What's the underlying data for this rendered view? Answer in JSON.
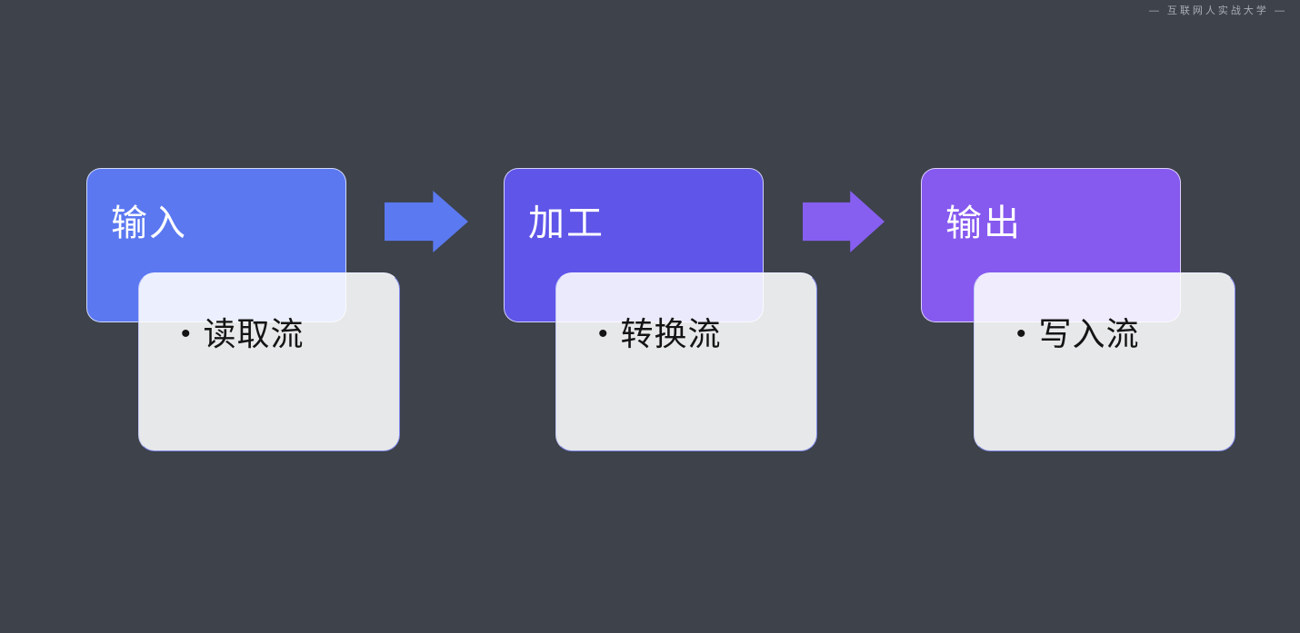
{
  "watermark": "— 互联网人实战大学 —",
  "bullet_char": "•",
  "colors": {
    "background": "#3d424b",
    "step1_header": "#5b78f1",
    "step2_header": "#5f55e9",
    "step3_header": "#8659ef",
    "arrow1": "#5b7af1",
    "arrow2": "#865ff0",
    "header_text": "#ffffff",
    "body_text": "#141414"
  },
  "steps": [
    {
      "title": "输入",
      "bullet": "读取流"
    },
    {
      "title": "加工",
      "bullet": "转换流"
    },
    {
      "title": "输出",
      "bullet": "写入流"
    }
  ]
}
